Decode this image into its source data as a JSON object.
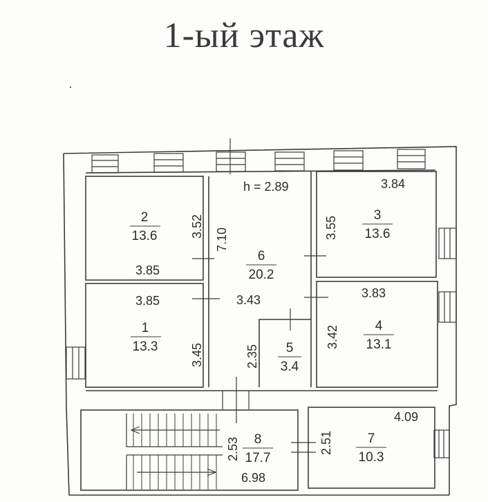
{
  "title": "1-ый этаж",
  "height_label": "h = 2.89",
  "rooms": [
    {
      "id": "1",
      "number": "1",
      "area": "13.3"
    },
    {
      "id": "2",
      "number": "2",
      "area": "13.6"
    },
    {
      "id": "3",
      "number": "3",
      "area": "13.6"
    },
    {
      "id": "4",
      "number": "4",
      "area": "13.1"
    },
    {
      "id": "5",
      "number": "5",
      "area": "3.4"
    },
    {
      "id": "6",
      "number": "6",
      "area": "20.2"
    },
    {
      "id": "7",
      "number": "7",
      "area": "10.3"
    },
    {
      "id": "8",
      "number": "8",
      "area": "17.7"
    }
  ],
  "dimensions": {
    "room2_height": "3.52",
    "room2_width": "3.85",
    "room1_width": "3.85",
    "room1_height": "3.45",
    "corridor_length": "7.10",
    "corridor_width": "3.43",
    "corridor_lower_height": "2.35",
    "room3_height": "3.55",
    "room3_width": "3.84",
    "room4_width": "3.83",
    "room4_height": "3.42",
    "room8_height": "2.53",
    "room8_width": "6.98",
    "room7_height": "2.51",
    "room7_width": "4.09"
  }
}
